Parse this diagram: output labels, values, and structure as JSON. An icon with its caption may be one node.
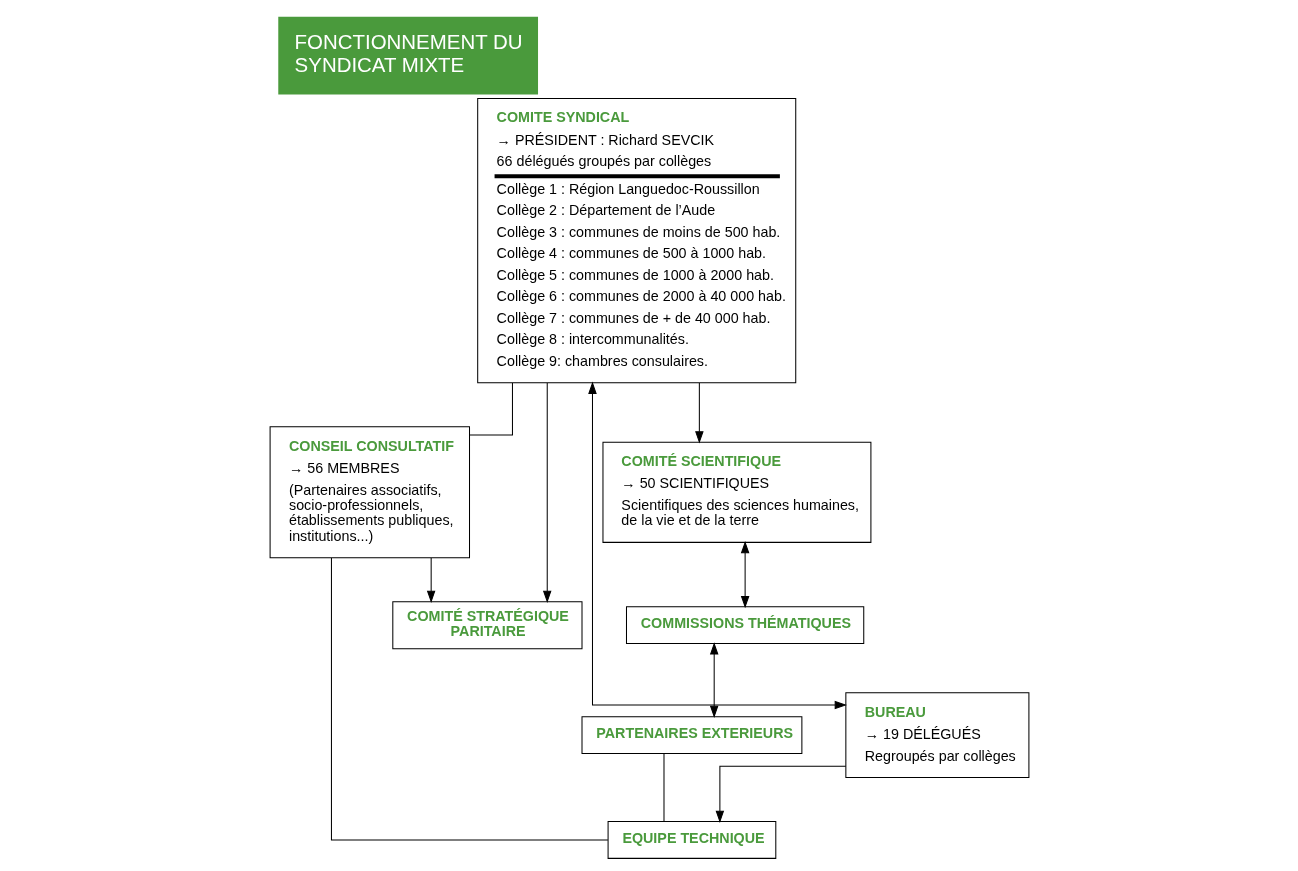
{
  "diagram": {
    "title": "FONCTIONNEMENT DU SYNDICAT MIXTE",
    "nodes": [
      {
        "text": [
          "COMITE SYNDICAL",
          "→ PRÉSIDENT : Richard SEVCIK",
          "66 délégués groupés par collèges",
          "Collège 1 : Région Languedoc-Roussillon",
          "Collège 2 : Département de l’Aude",
          "Collège 3 : communes de moins de 500 hab.",
          "Collège 4 : communes de 500 à 1000 hab.",
          "Collège 5 : communes de 1000 à 2000 hab.",
          "Collège 6 : communes de 2000 à 40 000 hab.",
          "Collège 7 : communes de + de 40 000 hab.",
          "Collège 8 : intercommunalités.",
          "Collège 9: chambres consulaires."
        ]
      },
      {
        "text": [
          "CONSEIL CONSULTATIF",
          "→ 56 MEMBRES",
          "(Partenaires associatifs, socio-professionnels, établissements publiques, institutions...)"
        ]
      },
      {
        "text": [
          "COMITÉ SCIENTIFIQUE",
          "→ 50 SCIENTIFIQUES",
          "Scientifiques des sciences humaines, de la vie et de la terre"
        ]
      },
      {
        "text": [
          "COMMISSIONS THÉMATIQUES"
        ]
      },
      {
        "text": [
          "PARTENAIRES EXTERIEURS"
        ]
      },
      {
        "text": [
          "BUREAU",
          "→ 19 DÉLÉGUÉS",
          "Regroupés par collèges"
        ]
      },
      {
        "text": [
          "COMITÉ STRATÉGIQUE PARITAIRE"
        ]
      },
      {
        "text": [
          "EQUIPE TECHNIQUE"
        ]
      }
    ],
    "edges": [
      {
        "from": 0,
        "to": 2,
        "arrow": "to"
      },
      {
        "from": 0,
        "to": 1,
        "arrow": "none"
      },
      {
        "from": 0,
        "to": 5,
        "arrow": "both"
      },
      {
        "from": 0,
        "to": 6,
        "arrow": "to"
      },
      {
        "from": 1,
        "to": 6,
        "arrow": "to"
      },
      {
        "from": 2,
        "to": 3,
        "arrow": "both"
      },
      {
        "from": 3,
        "to": 4,
        "arrow": "both"
      },
      {
        "from": 5,
        "to": 7,
        "arrow": "to"
      },
      {
        "from": 4,
        "to": 7,
        "arrow": "none"
      },
      {
        "from": 1,
        "to": 7,
        "arrow": "none"
      }
    ]
  }
}
